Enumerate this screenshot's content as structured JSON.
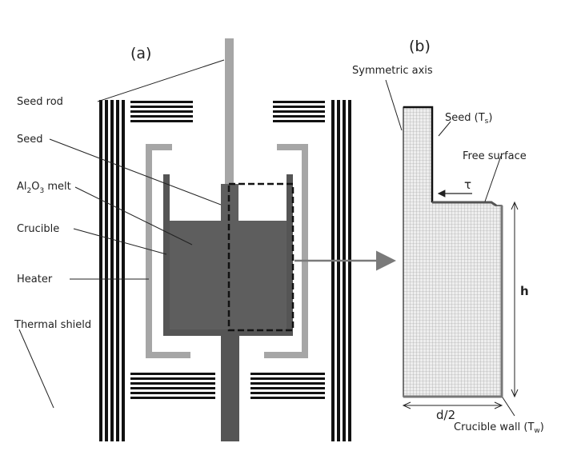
{
  "panel_a": {
    "label": "(a)",
    "labels": {
      "seed_rod": "Seed rod",
      "seed": "Seed",
      "melt_prefix": "Al",
      "melt_sub1": "2",
      "melt_mid": "O",
      "melt_sub2": "3",
      "melt_suffix": " melt",
      "crucible": "Crucible",
      "heater": "Heater",
      "thermal_shield": "Thermal shield"
    }
  },
  "panel_b": {
    "label": "(b)",
    "labels": {
      "symmetric_axis": "Symmetric axis",
      "seed_text": "Seed (T",
      "seed_sub": "s",
      "seed_close": ")",
      "free_surface": "Free surface",
      "tau": "τ",
      "h": "h",
      "d2": "d/2",
      "crucible_wall_text": "Crucible wall (T",
      "crucible_wall_sub": "w",
      "crucible_wall_close": ")"
    }
  },
  "colors": {
    "shield": "#111111",
    "heater": "#a6a6a6",
    "crucible": "#555555",
    "melt": "#5e5e5e",
    "seed_rod": "#a6a6a6",
    "mesh": "#9a9a9a",
    "arrow": "#7a7a7a"
  }
}
